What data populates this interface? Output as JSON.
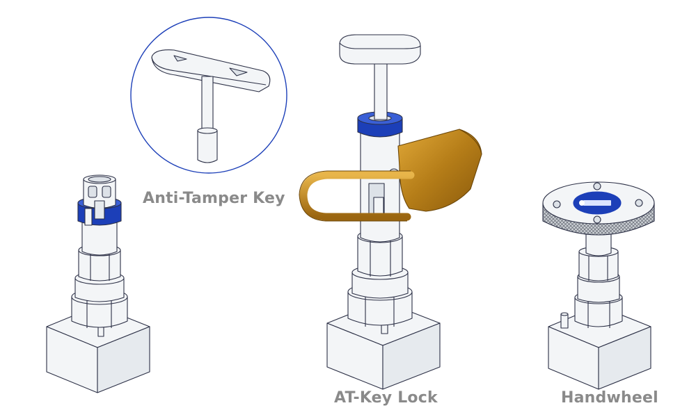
{
  "labels": {
    "anti_tamper_key": "Anti-Tamper Key",
    "at_key_lock": "AT-Key Lock",
    "handwheel": "Handwheel"
  },
  "colors": {
    "outline": "#2b2f45",
    "body": "#f3f5f7",
    "shade": "#dde2e8",
    "accent_blue": "#1c3fb8",
    "padlock": "#c28a1e",
    "label_gray": "#8a8a8a"
  }
}
